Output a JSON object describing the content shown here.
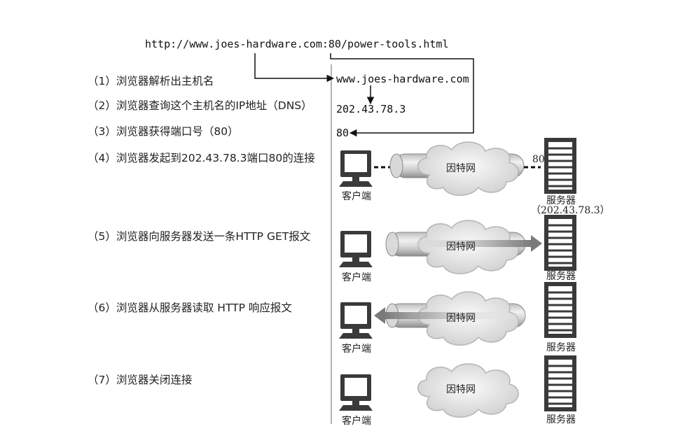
{
  "url": "http://www.joes-hardware.com:80/power-tools.html",
  "resolved": {
    "hostname": "www.joes-hardware.com",
    "ip": "202.43.78.3",
    "port": "80"
  },
  "steps": [
    "（1）浏览器解析出主机名",
    "（2）浏览器查询这个主机名的IP地址（DNS）",
    "（3）浏览器获得端口号（80）",
    "（4）浏览器发起到202.43.78.3端口80的连接",
    "（5）浏览器向服务器发送一条HTTP GET报文",
    "（6）浏览器从服务器读取 HTTP 响应报文",
    "（7）浏览器关闭连接"
  ],
  "labels": {
    "client": "客户端",
    "server": "服务器",
    "internet": "因特网",
    "server_ip": "（202.43.78.3）",
    "port_label": "80"
  }
}
